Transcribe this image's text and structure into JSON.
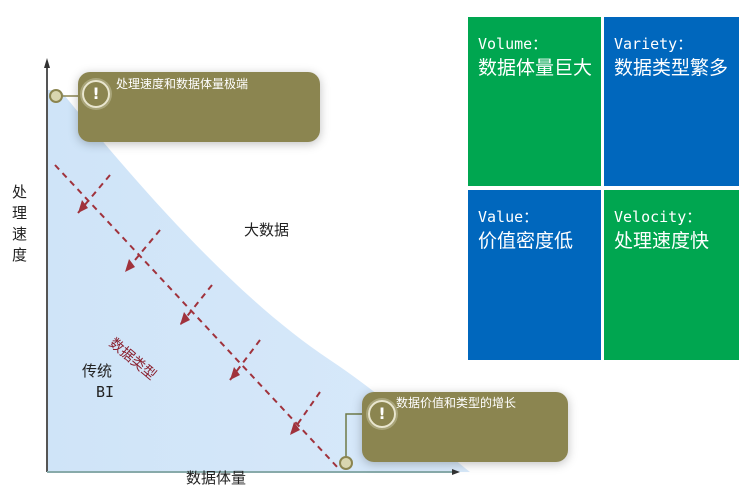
{
  "diagram": {
    "axes": {
      "y_label": "处理速度",
      "x_label": "数据体量"
    },
    "regions": {
      "big_data": "大数据",
      "traditional_bi_line1": "传统",
      "traditional_bi_line2": "BI"
    },
    "diagonal_label": "数据类型",
    "callouts": [
      {
        "text": "处理速度和数据体量极端"
      },
      {
        "text": "数据价值和类型的增长"
      }
    ],
    "colors": {
      "fill": "#cfe4f8",
      "callout": "#8b8550",
      "dashed": "#a0323c",
      "green": "#00a650",
      "blue": "#0067bd"
    }
  },
  "tiles": [
    {
      "title": "Volume：",
      "desc": "数据体量巨大"
    },
    {
      "title": "Variety：",
      "desc": "数据类型繁多"
    },
    {
      "title": "Value：",
      "desc": "价值密度低"
    },
    {
      "title": "Velocity：",
      "desc": "处理速度快"
    }
  ]
}
